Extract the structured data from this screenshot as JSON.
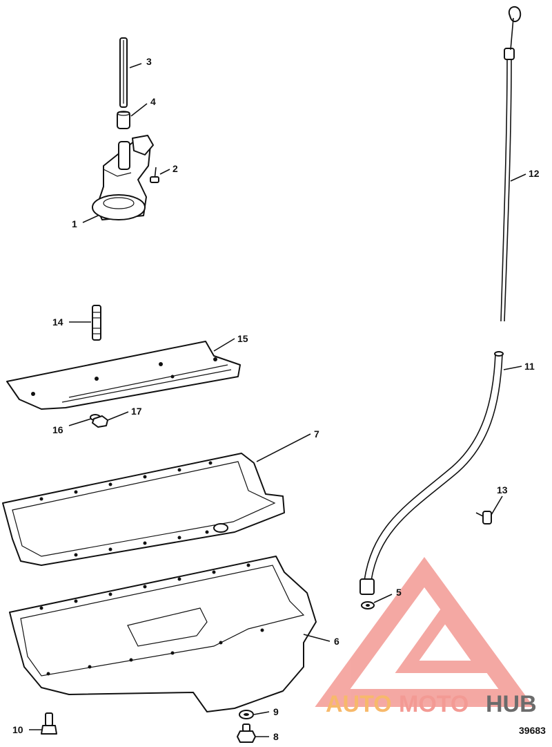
{
  "callouts": {
    "c1": "1",
    "c2": "2",
    "c3": "3",
    "c4": "4",
    "c5": "5",
    "c6": "6",
    "c7": "7",
    "c8": "8",
    "c9": "9",
    "c10": "10",
    "c11": "11",
    "c12": "12",
    "c13": "13",
    "c14": "14",
    "c15": "15",
    "c16": "16",
    "c17": "17"
  },
  "figure_number": "39683",
  "watermark": {
    "part1": "AUTO",
    "part2": "MOTO",
    "part3": "HUB",
    "color_primary": "#f39a94",
    "color_secondary": "#f7b96b",
    "color_dark": "#6b6b6b"
  }
}
